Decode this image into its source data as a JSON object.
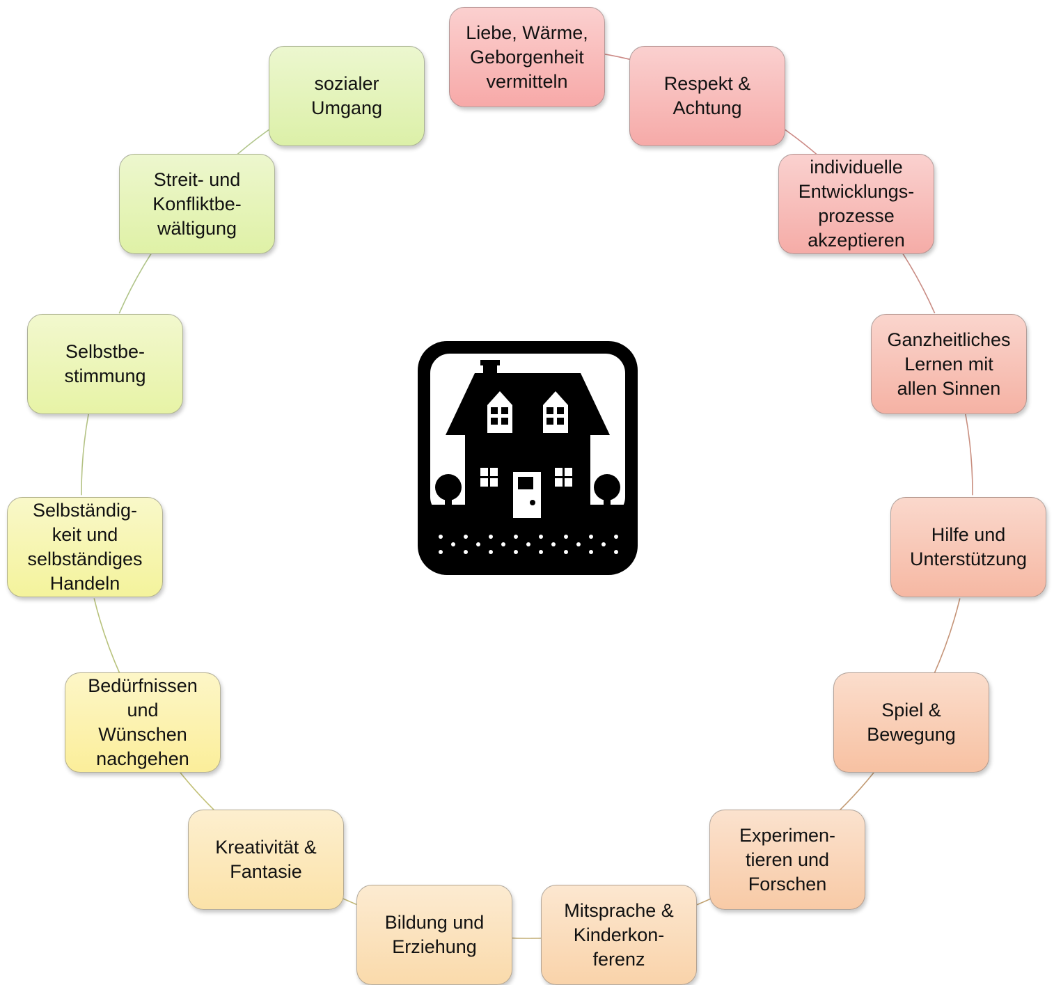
{
  "center_icon": "house-icon",
  "nodes": [
    {
      "label": "Liebe, Wärme,\nGeborgenheit\nvermitteln",
      "color": "#f7a9a8"
    },
    {
      "label": "Respekt &\nAchtung",
      "color": "#f6aaa8"
    },
    {
      "label": "individuelle\nEntwicklungs-\nprozesse\nakzeptieren",
      "color": "#f5aca7"
    },
    {
      "label": "Ganzheitliches\nLernen mit\nallen Sinnen",
      "color": "#f5b2a4"
    },
    {
      "label": "Hilfe und\nUnterstützung",
      "color": "#f6b8a3"
    },
    {
      "label": "Spiel &\nBewegung",
      "color": "#f7c1a2"
    },
    {
      "label": "Experimen-\ntieren und\nForschen",
      "color": "#f8caa6"
    },
    {
      "label": "Mitsprache &\nKinderkon-\nferenz",
      "color": "#f9d3aa"
    },
    {
      "label": "Bildung und\nErziehung",
      "color": "#fadaab"
    },
    {
      "label": "Kreativität &\nFantasie",
      "color": "#fbe2a8"
    },
    {
      "label": "Bedürfnissen\nund\nWünschen\nnachgehen",
      "color": "#fbee9a"
    },
    {
      "label": "Selbständig-\nkeit und\nselbständiges\nHandeln",
      "color": "#f4f39c"
    },
    {
      "label": "Selbstbe-\nstimmung",
      "color": "#e7f3a6"
    },
    {
      "label": "Streit- und\nKonfliktbe-\nwältigung",
      "color": "#dff1a6"
    },
    {
      "label": "sozialer\nUmgang",
      "color": "#dcf0a8"
    }
  ],
  "connector_colors": [
    "#cc8a86",
    "#cc8a86",
    "#c98c84",
    "#c98f80",
    "#c59478",
    "#c29a72",
    "#c2a372",
    "#c2ad74",
    "#c2b876",
    "#c2c076",
    "#b8c27c",
    "#b4c284",
    "#b0c488",
    "#b2c68c"
  ]
}
